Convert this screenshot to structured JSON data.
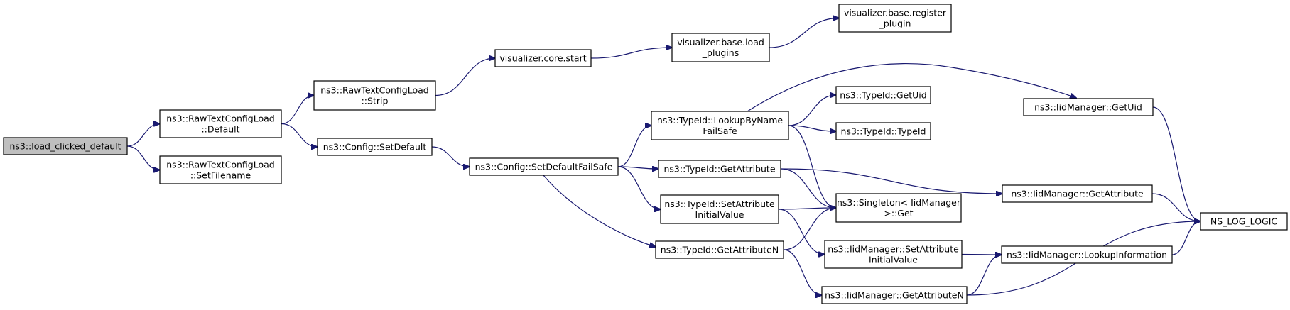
{
  "nodes": {
    "load_clicked_default": {
      "lines": [
        "ns3::load_clicked_default"
      ],
      "highlighted": true
    },
    "rtcl_default": {
      "lines": [
        "ns3::RawTextConfigLoad",
        "::Default"
      ]
    },
    "rtcl_setfilename": {
      "lines": [
        "ns3::RawTextConfigLoad",
        "::SetFilename"
      ]
    },
    "rtcl_strip": {
      "lines": [
        "ns3::RawTextConfigLoad",
        "::Strip"
      ]
    },
    "config_setdefault": {
      "lines": [
        "ns3::Config::SetDefault"
      ]
    },
    "core_start": {
      "lines": [
        "visualizer.core.start"
      ]
    },
    "base_load_plugins": {
      "lines": [
        "visualizer.base.load",
        "_plugins"
      ]
    },
    "base_register_plugin": {
      "lines": [
        "visualizer.base.register",
        "_plugin"
      ]
    },
    "config_setdefaultfailsafe": {
      "lines": [
        "ns3::Config::SetDefaultFailSafe"
      ]
    },
    "typeid_lookupbyname": {
      "lines": [
        "ns3::TypeId::LookupByName",
        "FailSafe"
      ]
    },
    "typeid_getuid": {
      "lines": [
        "ns3::TypeId::GetUid"
      ]
    },
    "typeid_typeid": {
      "lines": [
        "ns3::TypeId::TypeId"
      ]
    },
    "typeid_getattribute": {
      "lines": [
        "ns3::TypeId::GetAttribute"
      ]
    },
    "typeid_setattrinit": {
      "lines": [
        "ns3::TypeId::SetAttribute",
        "InitialValue"
      ]
    },
    "typeid_getattributen": {
      "lines": [
        "ns3::TypeId::GetAttributeN"
      ]
    },
    "singleton_get": {
      "lines": [
        "ns3::Singleton< IidManager",
        ">::Get"
      ]
    },
    "iid_getuid": {
      "lines": [
        "ns3::IidManager::GetUid"
      ]
    },
    "iid_getattribute": {
      "lines": [
        "ns3::IidManager::GetAttribute"
      ]
    },
    "iid_setattrinit": {
      "lines": [
        "ns3::IidManager::SetAttribute",
        "InitialValue"
      ]
    },
    "iid_lookupinfo": {
      "lines": [
        "ns3::IidManager::LookupInformation"
      ]
    },
    "iid_getattributen": {
      "lines": [
        "ns3::IidManager::GetAttributeN"
      ]
    },
    "ns_log_logic": {
      "lines": [
        "NS_LOG_LOGIC"
      ]
    }
  },
  "edges": [
    [
      "load_clicked_default",
      "rtcl_default"
    ],
    [
      "load_clicked_default",
      "rtcl_setfilename"
    ],
    [
      "rtcl_default",
      "rtcl_strip"
    ],
    [
      "rtcl_default",
      "config_setdefault"
    ],
    [
      "rtcl_strip",
      "core_start"
    ],
    [
      "core_start",
      "base_load_plugins"
    ],
    [
      "base_load_plugins",
      "base_register_plugin"
    ],
    [
      "config_setdefault",
      "config_setdefaultfailsafe"
    ],
    [
      "config_setdefaultfailsafe",
      "typeid_lookupbyname"
    ],
    [
      "config_setdefaultfailsafe",
      "typeid_getattribute"
    ],
    [
      "config_setdefaultfailsafe",
      "typeid_setattrinit"
    ],
    [
      "config_setdefaultfailsafe",
      "typeid_getattributen"
    ],
    [
      "typeid_lookupbyname",
      "iid_getuid"
    ],
    [
      "typeid_lookupbyname",
      "typeid_getuid"
    ],
    [
      "typeid_lookupbyname",
      "typeid_typeid"
    ],
    [
      "typeid_lookupbyname",
      "singleton_get"
    ],
    [
      "typeid_getattribute",
      "singleton_get"
    ],
    [
      "typeid_getattribute",
      "iid_getattribute"
    ],
    [
      "typeid_setattrinit",
      "singleton_get"
    ],
    [
      "typeid_setattrinit",
      "iid_setattrinit"
    ],
    [
      "typeid_getattributen",
      "singleton_get"
    ],
    [
      "typeid_getattributen",
      "iid_getattributen"
    ],
    [
      "iid_getuid",
      "ns_log_logic"
    ],
    [
      "iid_getattribute",
      "ns_log_logic"
    ],
    [
      "iid_setattrinit",
      "iid_lookupinfo"
    ],
    [
      "iid_lookupinfo",
      "ns_log_logic"
    ],
    [
      "iid_getattributen",
      "iid_lookupinfo"
    ],
    [
      "iid_getattributen",
      "ns_log_logic"
    ]
  ],
  "colors": {
    "edge": "#191970",
    "node_border": "#000000",
    "node_fill": "#ffffff",
    "highlight_fill": "#bfbfbf",
    "text": "#000000"
  }
}
